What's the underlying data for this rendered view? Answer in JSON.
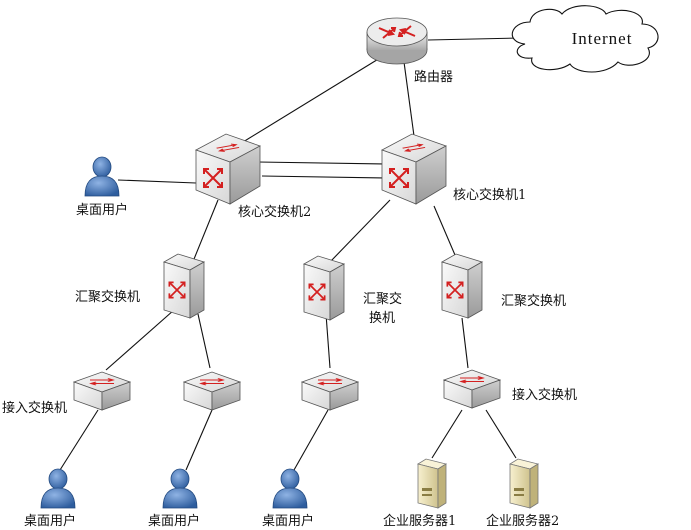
{
  "cloud": {
    "label": "Internet",
    "icon": "cloud-icon"
  },
  "router": {
    "label": "路由器",
    "icon": "router-icon"
  },
  "core_switches": [
    {
      "label": "核心交换机2",
      "icon": "core-switch-icon"
    },
    {
      "label": "核心交换机1",
      "icon": "core-switch-icon"
    }
  ],
  "aggregation_switches": [
    {
      "lines": [
        "汇聚交换机"
      ]
    },
    {
      "lines": [
        "汇聚交",
        "换机"
      ]
    },
    {
      "lines": [
        "汇聚交换机"
      ]
    }
  ],
  "access_switches": [
    {
      "label": "接入交换机"
    },
    {
      "label": ""
    },
    {
      "label": ""
    },
    {
      "label": "接入交换机"
    }
  ],
  "users": [
    {
      "label": "桌面用户",
      "icon": "desktop-user-icon"
    },
    {
      "label": "桌面用户",
      "icon": "desktop-user-icon"
    },
    {
      "label": "桌面用户",
      "icon": "desktop-user-icon"
    },
    {
      "label": "桌面用户",
      "icon": "desktop-user-icon"
    }
  ],
  "servers": [
    {
      "label": "企业服务器1",
      "icon": "server-icon"
    },
    {
      "label": "企业服务器2",
      "icon": "server-icon"
    }
  ],
  "colors": {
    "device_top": "#e9e9e9",
    "device_side": "#b9b9b9",
    "arrow": "#d42020",
    "user_blue": "#3f73b7",
    "server_cream": "#efe4b3"
  }
}
